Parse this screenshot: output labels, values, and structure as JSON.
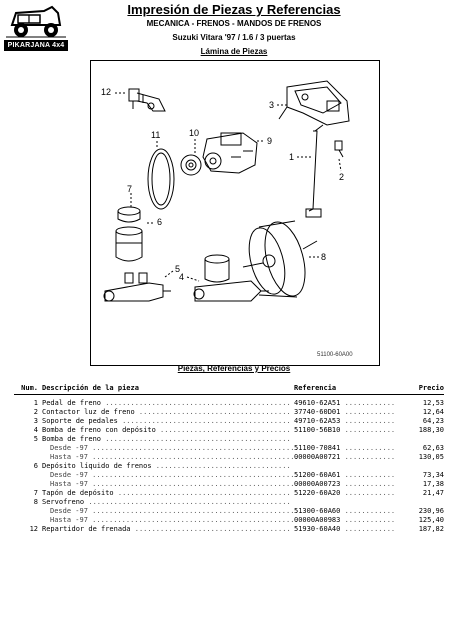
{
  "logo": {
    "text": "PIKARJANA 4x4"
  },
  "document": {
    "title": "Impresión de Piezas y Referencias",
    "subtitle": "MECANICA - FRENOS - MANDOS DE FRENOS",
    "vehicle": "Suzuki Vitara '97 / 1.6 / 3 puertas",
    "plate_title": "Lámina de Piezas"
  },
  "diagram": {
    "callouts": [
      "12",
      "11",
      "10",
      "9",
      "3",
      "1",
      "2",
      "7",
      "6",
      "5",
      "4",
      "8"
    ],
    "footer_code": "51100-60A00"
  },
  "parts_section": {
    "title": "Piezas, Referencias y Precios",
    "headers": {
      "num": "Num.",
      "desc": "Descripción de la pieza",
      "ref": "Referencia",
      "price": "Precio"
    },
    "rows": [
      {
        "num": "1",
        "desc": "Pedal de freno",
        "ref": "49610-62A51",
        "price": "12,53"
      },
      {
        "num": "2",
        "desc": "Contactor luz de freno",
        "ref": "37740-60D01",
        "price": "12,64"
      },
      {
        "num": "3",
        "desc": "Soporte de pedales",
        "ref": "49710-62A53",
        "price": "64,23"
      },
      {
        "num": "4",
        "desc": "Bomba de freno con depósito",
        "ref": "51100-56B10",
        "price": "188,30"
      },
      {
        "num": "5",
        "desc": "Bomba de freno",
        "ref": "",
        "price": ""
      },
      {
        "num": "",
        "desc": "Desde -97",
        "ref": "51100-70841",
        "price": "62,63",
        "sub": true
      },
      {
        "num": "",
        "desc": "Hasta -97",
        "ref": "00000A00721",
        "price": "130,05",
        "sub": true
      },
      {
        "num": "6",
        "desc": "Depósito líquido de frenos",
        "ref": "",
        "price": ""
      },
      {
        "num": "",
        "desc": "Desde -97",
        "ref": "51200-60A61",
        "price": "73,34",
        "sub": true
      },
      {
        "num": "",
        "desc": "Hasta -97",
        "ref": "00000A00723",
        "price": "17,38",
        "sub": true
      },
      {
        "num": "7",
        "desc": "Tapón de depósito",
        "ref": "51220-60A20",
        "price": "21,47"
      },
      {
        "num": "8",
        "desc": "Servofreno",
        "ref": "",
        "price": ""
      },
      {
        "num": "",
        "desc": "Desde -97",
        "ref": "51300-60A60",
        "price": "230,96",
        "sub": true
      },
      {
        "num": "",
        "desc": "Hasta -97",
        "ref": "00000A00983",
        "price": "125,40",
        "sub": true
      },
      {
        "num": "12",
        "desc": "Repartidor de frenada",
        "ref": "51930-60A40",
        "price": "187,82"
      }
    ]
  }
}
